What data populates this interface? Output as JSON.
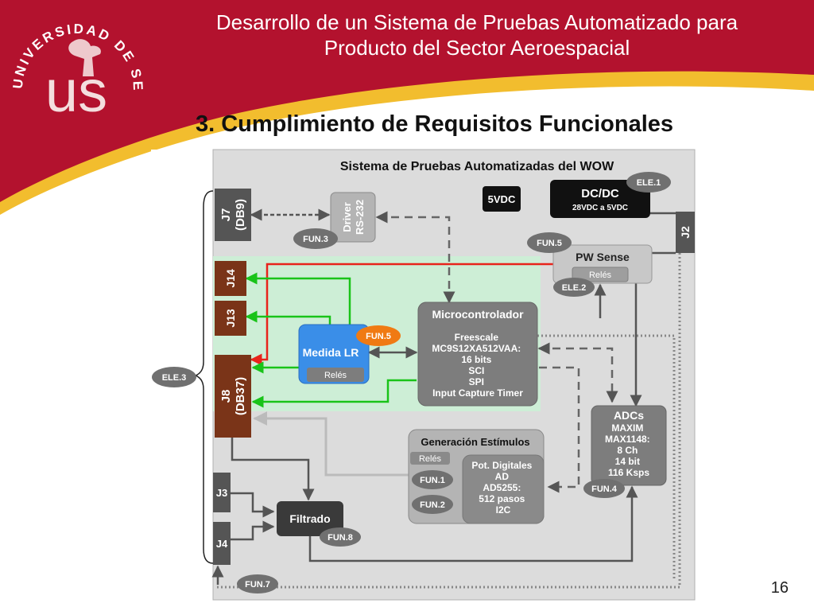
{
  "header": {
    "title_line1": "Desarrollo de un Sistema de Pruebas Automatizado para",
    "title_line2": "Producto del Sector Aeroespacial",
    "logo_arc_text": "UNIVERSIDAD DE SEVILLA",
    "logo_letters": "us"
  },
  "slide": {
    "subtitle": "3. Cumplimiento de Requisitos Funcionales",
    "page_number": "16"
  },
  "colors": {
    "brand_red": "#b3122e",
    "brand_gold": "#f2bd2e",
    "arrow_green": "#19c319",
    "arrow_red": "#e8231b",
    "medida_blue": "#3a8ee8",
    "badge_orange": "#f07a13",
    "connector_brown": "#7a3418"
  },
  "diagram": {
    "title": "Sistema de Pruebas Automatizadas del WOW",
    "connectors": {
      "j7": "J7\n(DB9)",
      "j14": "J14",
      "j13": "J13",
      "j8": "J8\n(DB37)",
      "j3": "J3",
      "j4": "J4",
      "j2": "J2"
    },
    "driver": "Driver\nRS-232",
    "v5": "5VDC",
    "dcdc_title": "DC/DC",
    "dcdc_sub": "28VDC a 5VDC",
    "pwsense_title": "PW Sense",
    "pwsense_rel": "Relés",
    "micro_title": "Microcontrolador",
    "micro_body": "Freescale\nMC9S12XA512VAA:\n16 bits\nSCI\nSPI\nInput Capture Timer",
    "medida_title": "Medida LR",
    "medida_rel": "Relés",
    "adcs_title": "ADCs",
    "adcs_body": "MAXIM\nMAX1148:\n8 Ch\n14 bit\n116 Ksps",
    "gen_title": "Generación Estímulos",
    "gen_rel": "Relés",
    "pot_body": "Pot. Digitales\nAD\nAD5255:\n512 pasos\nI2C",
    "filtrado": "Filtrado",
    "badges": {
      "fun3": "FUN.3",
      "fun5_top": "FUN.5",
      "fun5_orange": "FUN.5",
      "ele1": "ELE.1",
      "ele2": "ELE.2",
      "ele3": "ELE.3",
      "fun1": "FUN.1",
      "fun2": "FUN.2",
      "fun4": "FUN.4",
      "fun8": "FUN.8",
      "fun7": "FUN.7"
    }
  }
}
